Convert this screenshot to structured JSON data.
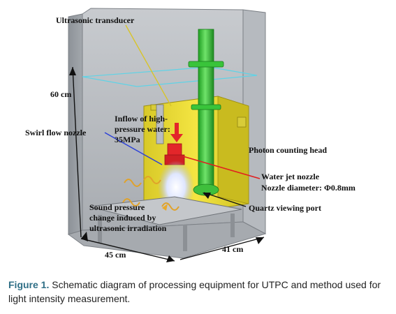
{
  "labels": {
    "transducer": "Ultrasonic transducer",
    "height": "60 cm",
    "swirl": "Swirl flow nozzle",
    "inflow": "Inflow of high-\npressure water:\n35MPa",
    "photon": "Photon counting head",
    "jet_nozzle": "Water jet nozzle",
    "nozzle_diameter": "Nozzle diameter:  Φ0.8mm",
    "quartz": "Quartz viewing port",
    "sound": "Sound pressure\nchange induced by\nultrasonic irradiation",
    "width": "45 cm",
    "depth": "41 cm"
  },
  "caption": {
    "prefix": "Figure 1.",
    "text": "Schematic diagram of processing equipment for UTPC and method used for light intensity measurement."
  },
  "colors": {
    "tank": "#9aa0a6",
    "yellow_box": "#f2e13a",
    "green_pipe": "#3ec93a",
    "red_nozzle": "#e3262a",
    "leader_red": "#e02020",
    "leader_blue": "#2a3fd8",
    "leader_yellow": "#d8c42a"
  }
}
